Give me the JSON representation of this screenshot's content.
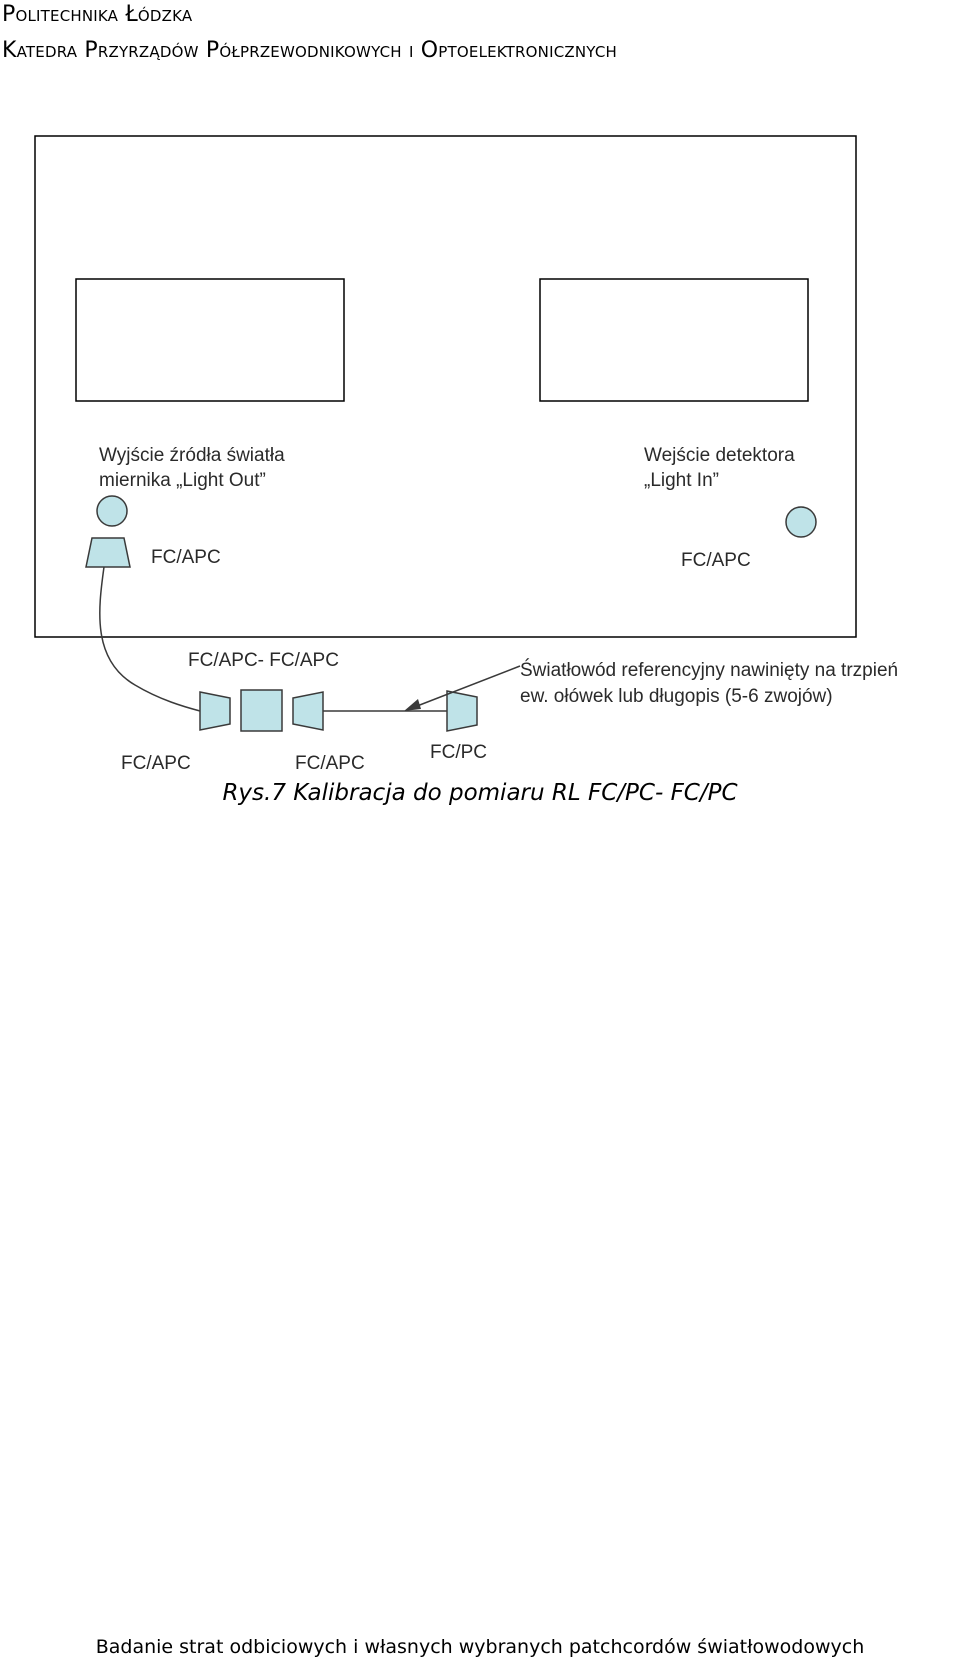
{
  "header": {
    "line1": "Politechnika Łódzka",
    "line2": "Katedra Przyrządów Półprzewodnikowych i Optoelektronicznych"
  },
  "figure": {
    "source_label_line1": "Wyjście źródła światła",
    "source_label_line2": "miernika „Light Out”",
    "detector_label_line1": "Wejście detektora",
    "detector_label_line2": "„Light In”",
    "source_connector": "FC/APC",
    "detector_connector": "FC/APC",
    "adapter_label": "FC/APC- FC/APC",
    "left_plug_label": "FC/APC",
    "right_plug_label": "FC/APC",
    "ref_plug_label": "FC/PC",
    "ref_fiber_line1": "Światłowód referencyjny nawinięty na trzpień",
    "ref_fiber_line2": "ew. ołówek lub długopis (5-6 zwojów)",
    "caption": "Rys.7 Kalibracja do pomiaru RL FC/PC- FC/PC"
  },
  "footer": {
    "text": "Badanie strat odbiciowych i własnych wybranych patchcordów światłowodowych"
  },
  "colors": {
    "connector_fill": "#bfe3e8",
    "line": "#3a3a3a"
  }
}
